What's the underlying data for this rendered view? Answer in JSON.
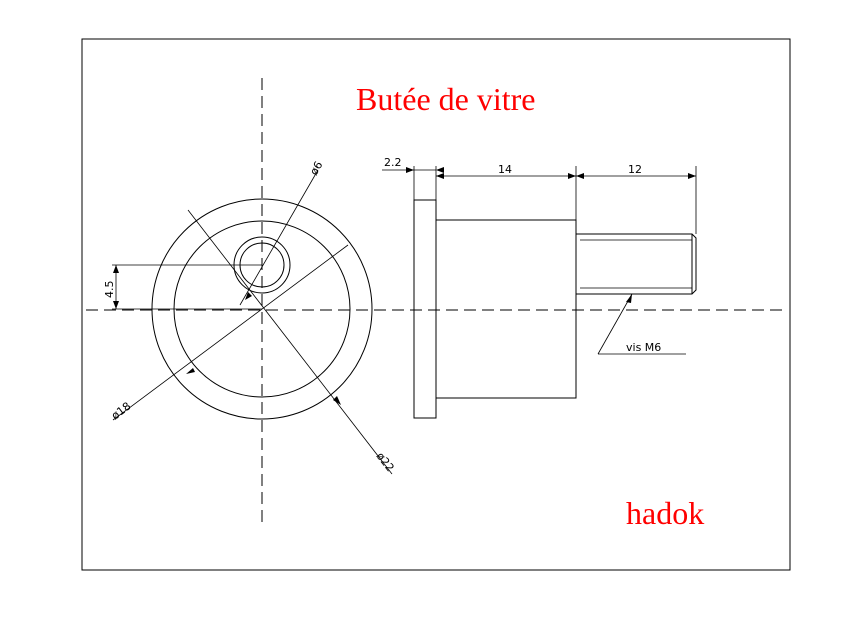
{
  "title": "Butée de vitre",
  "author": "hadok",
  "dimensions": {
    "d6": "ø6",
    "d4_5": "4.5",
    "d18": "ø18",
    "d22": "ø22",
    "d2_2": "2.2",
    "d14": "14",
    "d12": "12",
    "thread": "vis M6"
  },
  "colors": {
    "title": "#ff0000",
    "lines": "#000000",
    "background": "#ffffff"
  }
}
